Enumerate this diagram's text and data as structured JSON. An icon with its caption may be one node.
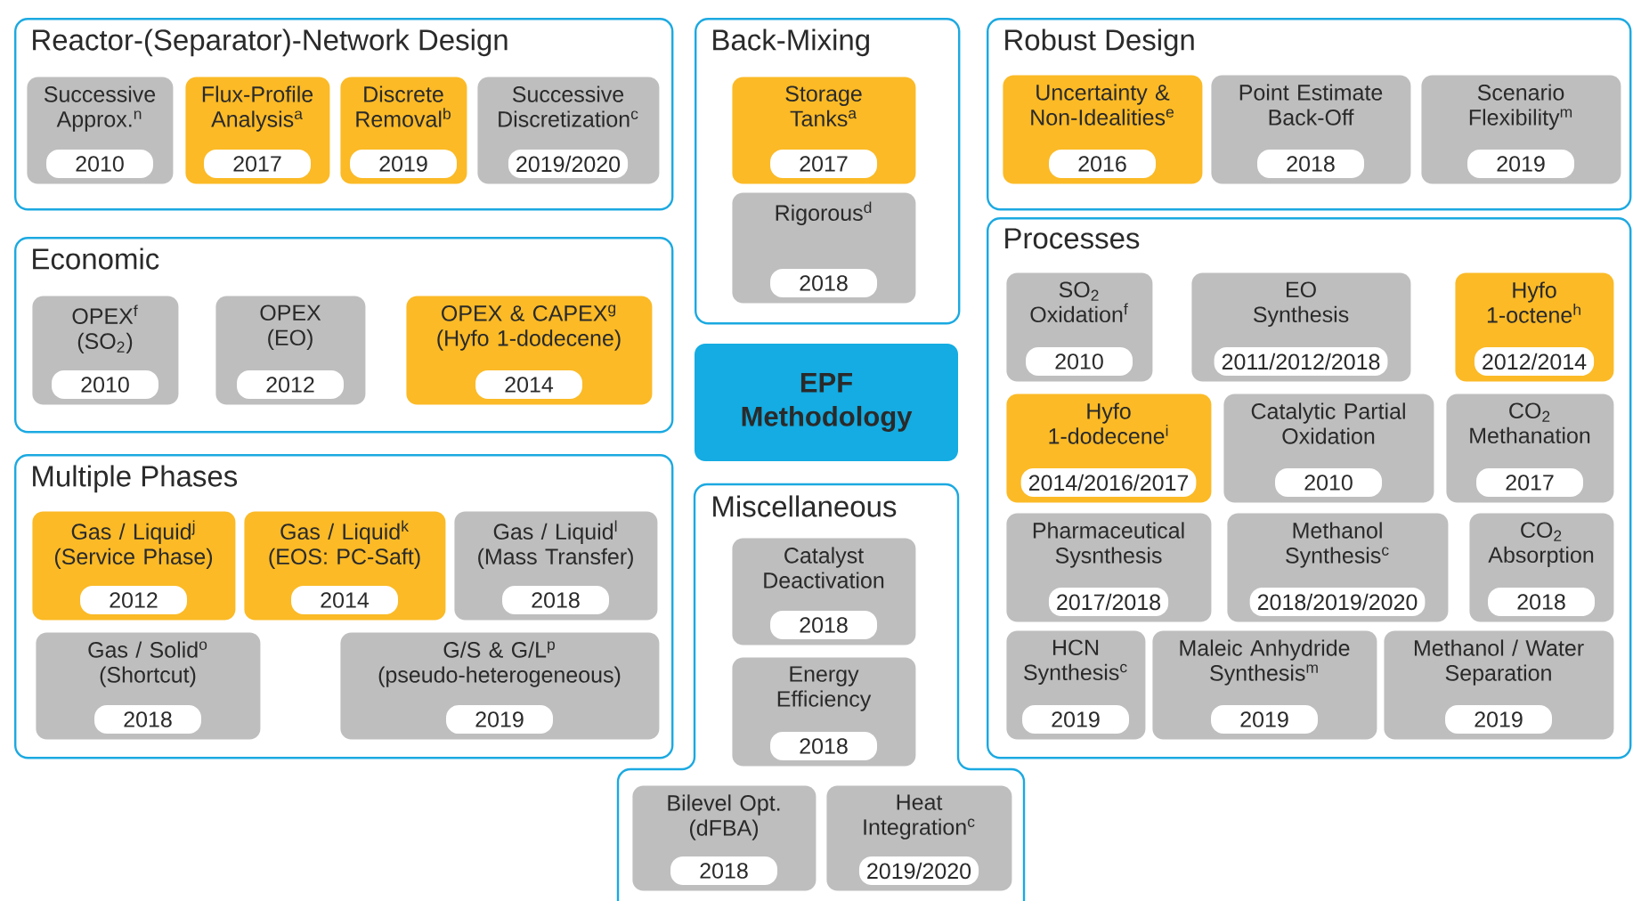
{
  "diagram": {
    "nodes": [
      {
        "text": [
          "Reactor-(Separator)-Network Design"
        ]
      },
      {
        "text": [
          "Successive Approx.$^{n}$",
          "2010"
        ],
        "in": 0
      },
      {
        "text": [
          "Flux-Profile Analysis$^{a}$",
          "2017"
        ],
        "in": 0
      },
      {
        "text": [
          "Discrete Removal$^{b}$",
          "2019"
        ],
        "in": 0
      },
      {
        "text": [
          "Successive Discretization$^{c}$",
          "2019/2020"
        ],
        "in": 0
      },
      {
        "text": [
          "Back-Mixing"
        ]
      },
      {
        "text": [
          "Storage Tanks$^{a}$",
          "2017"
        ],
        "in": 5
      },
      {
        "text": [
          "Rigorous$^{d}$",
          "2018"
        ],
        "in": 5
      },
      {
        "text": [
          "Robust Design"
        ]
      },
      {
        "text": [
          "Uncertainty & Non-Idealities$^{e}$",
          "2016"
        ],
        "in": 8
      },
      {
        "text": [
          "Point Estimate Back-Off",
          "2018"
        ],
        "in": 8
      },
      {
        "text": [
          "Scenario Flexibility$^{m}$",
          "2019"
        ],
        "in": 8
      },
      {
        "text": [
          "Economic"
        ]
      },
      {
        "text": [
          "OPEX$^{f}$ (SO$_{2}$)",
          "2010"
        ],
        "in": 12
      },
      {
        "text": [
          "OPEX (EO)",
          "2012"
        ],
        "in": 12
      },
      {
        "text": [
          "OPEX & CAPEX$^{g}$ (Hyfo 1-dodecene)",
          "2014"
        ],
        "in": 12
      },
      {
        "text": [
          "EPF Methodology"
        ]
      },
      {
        "text": [
          "Processes"
        ]
      },
      {
        "text": [
          "SO$_{2}$ Oxidation$^{f}$",
          "2010"
        ],
        "in": 17
      },
      {
        "text": [
          "EO Synthesis",
          "2011/2012/2018"
        ],
        "in": 17
      },
      {
        "text": [
          "Hyfo 1-octene$^{h}$",
          "2012/2014"
        ],
        "in": 17
      },
      {
        "text": [
          "Hyfo 1-dodecene$^{i}$",
          "2014/2016/2017"
        ],
        "in": 17
      },
      {
        "text": [
          "Catalytic Partial Oxidation",
          "2010"
        ],
        "in": 17
      },
      {
        "text": [
          "CO$_{2}$ Methanation",
          "2017"
        ],
        "in": 17
      },
      {
        "text": [
          "Pharmaceutical Sysnthesis",
          "2017/2018"
        ],
        "in": 17
      },
      {
        "text": [
          "Methanol Synthesis$^{c}$",
          "2018/2019/2020"
        ],
        "in": 17
      },
      {
        "text": [
          "CO$_{2}$ Absorption",
          "2018"
        ],
        "in": 17
      },
      {
        "text": [
          "HCN Synthesis$^{c}$",
          "2019"
        ],
        "in": 17
      },
      {
        "text": [
          "Maleic Anhydride Synthesis$^{m}$",
          "2019"
        ],
        "in": 17
      },
      {
        "text": [
          "Methanol / Water Separation",
          "2019"
        ],
        "in": 17
      },
      {
        "text": [
          "Multiple Phases"
        ]
      },
      {
        "text": [
          "Gas / Liquid$^{j}$ (Service Phase)",
          "2012"
        ],
        "in": 30
      },
      {
        "text": [
          "Gas / Liquid$^{k}$ (EOS: PC-Saft)",
          "2014"
        ],
        "in": 30
      },
      {
        "text": [
          "Gas / Liquid$^{l}$ (Mass Transfer)",
          "2018"
        ],
        "in": 30
      },
      {
        "text": [
          "Gas / Solid$^{o}$ (Shortcut)",
          "2018"
        ],
        "in": 30
      },
      {
        "text": [
          "G/S & G/L$^{p}$ (pseudo-heterogeneous)",
          "2019"
        ],
        "in": 30
      },
      {
        "text": [
          "Miscellaneous"
        ]
      },
      {
        "text": [
          "Catalyst Deactivation",
          "2018"
        ],
        "in": 36
      },
      {
        "text": [
          "Energy Efficiency",
          "2018"
        ],
        "in": 36
      },
      {
        "text": [
          "Bilevel Opt. (dFBA)",
          "2018"
        ],
        "in": 36
      },
      {
        "text": [
          "Heat Integration$^{c}$",
          "2019/2020"
        ],
        "in": 36
      }
    ]
  }
}
